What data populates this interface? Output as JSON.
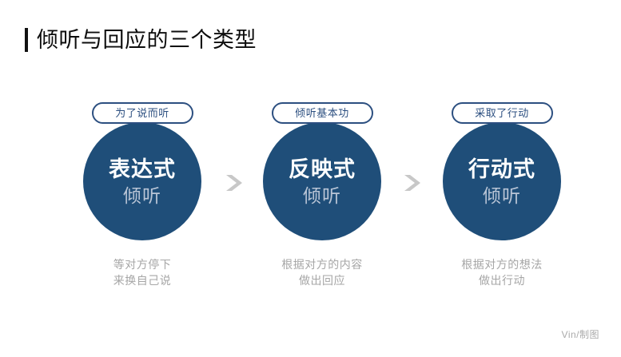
{
  "slide": {
    "background_color": "#ffffff",
    "title": "倾听与回应的三个类型",
    "accent_color": "#1f4e79",
    "badge_border_color": "#2c4f80",
    "arrow_color": "#c8c8c8",
    "caption_color": "#a6a6a6",
    "watermark": "Vin/制图"
  },
  "steps": [
    {
      "badge": "为了说而听",
      "title": "表达式",
      "subtitle": "倾听",
      "caption_line1": "等对方停下",
      "caption_line2": "来换自己说"
    },
    {
      "badge": "倾听基本功",
      "title": "反映式",
      "subtitle": "倾听",
      "caption_line1": "根据对方的内容",
      "caption_line2": "做出回应"
    },
    {
      "badge": "采取了行动",
      "title": "行动式",
      "subtitle": "倾听",
      "caption_line1": "根据对方的想法",
      "caption_line2": "做出行动"
    }
  ],
  "arrows": [
    {
      "name": "arrow-step1-to-step2"
    },
    {
      "name": "arrow-step2-to-step3"
    }
  ]
}
